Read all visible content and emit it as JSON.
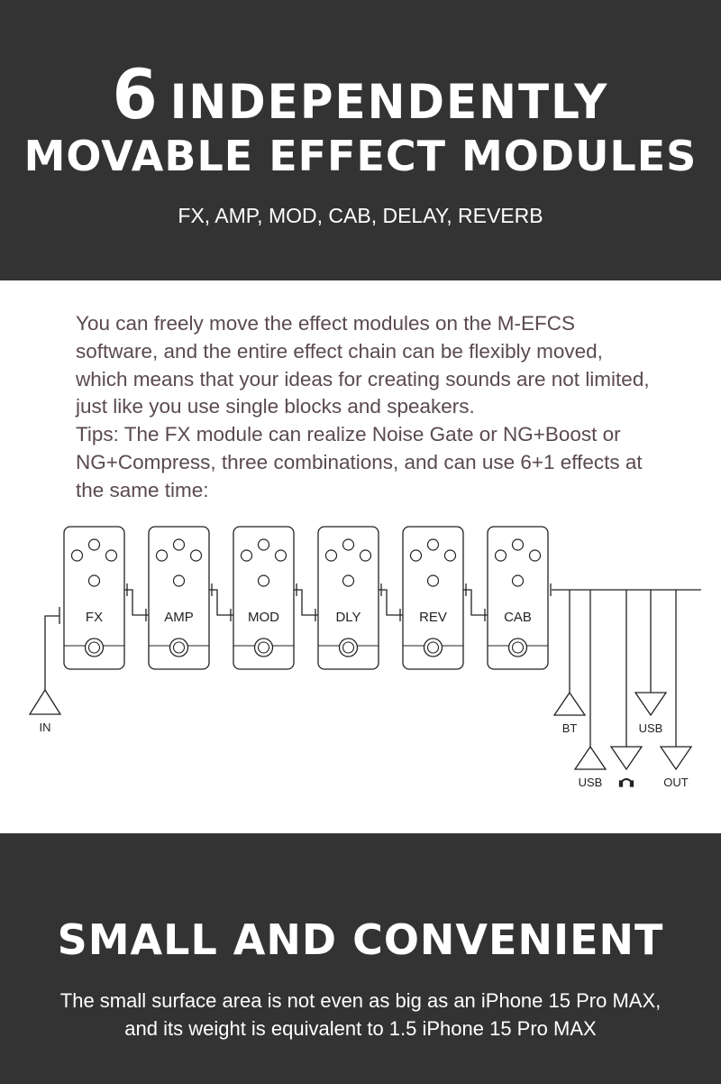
{
  "header": {
    "number": "6",
    "title_line1": "INDEPENDENTLY",
    "title_line2": "MOVABLE EFFECT MODULES",
    "subtitle": "FX, AMP, MOD, CAB, DELAY, REVERB"
  },
  "description": "You can freely move the effect modules on the M-EFCS\nsoftware, and the entire effect chain can be flexibly moved,\nwhich means that your ideas for creating sounds are not limited,\njust like you use single blocks and speakers.\nTips: The FX module can realize Noise Gate or NG+Boost or\nNG+Compress, three combinations, and can use 6+1 effects at\nthe same time:",
  "diagram": {
    "modules": [
      "FX",
      "AMP",
      "MOD",
      "DLY",
      "REV",
      "CAB"
    ],
    "input_label": "IN",
    "outputs": {
      "bt": "BT",
      "usb_a": "USB",
      "usb_b": "USB",
      "out": "OUT",
      "headphones_icon": "headphones-icon"
    }
  },
  "footer": {
    "title": "SMALL AND CONVENIENT",
    "text": "The small surface area is not even as big as an iPhone 15 Pro MAX,\nand its weight is equivalent to 1.5 iPhone 15 Pro MAX"
  },
  "colors": {
    "band": "#333333",
    "desc_text": "#5a4a4e",
    "line": "#222222"
  }
}
